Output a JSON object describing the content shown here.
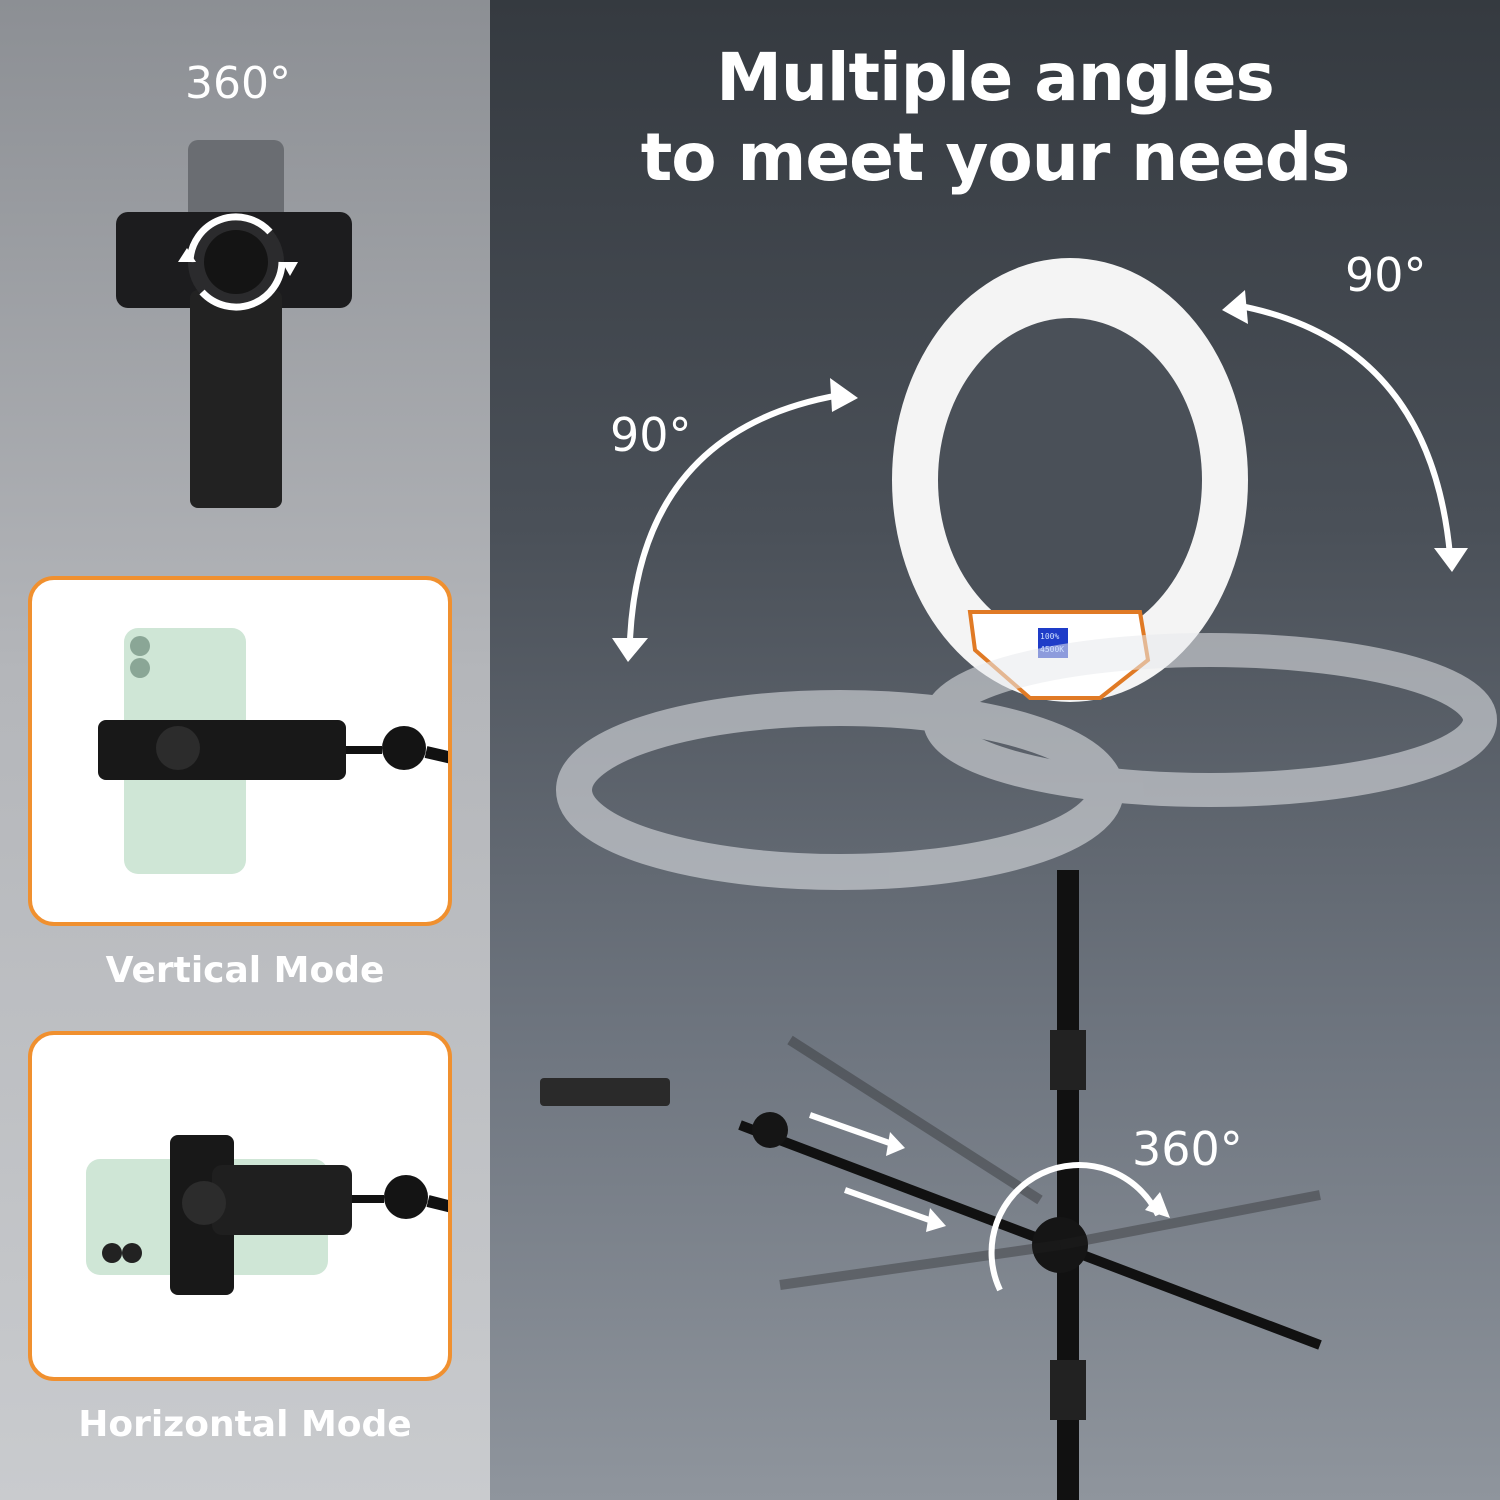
{
  "headline": {
    "line1": "Multiple angles",
    "line2": "to meet your needs"
  },
  "left_panel": {
    "rotation_label": "360°",
    "vertical_mode_label": "Vertical Mode",
    "horizontal_mode_label": "Horizontal Mode",
    "card_border_color": "#f0902f"
  },
  "right_panel": {
    "tilt_left_label": "90°",
    "tilt_right_label": "90°",
    "boom_rotation_label": "360°",
    "control_panel": {
      "brightness_readout": "100%",
      "color_temp_readout": "4500K"
    }
  }
}
